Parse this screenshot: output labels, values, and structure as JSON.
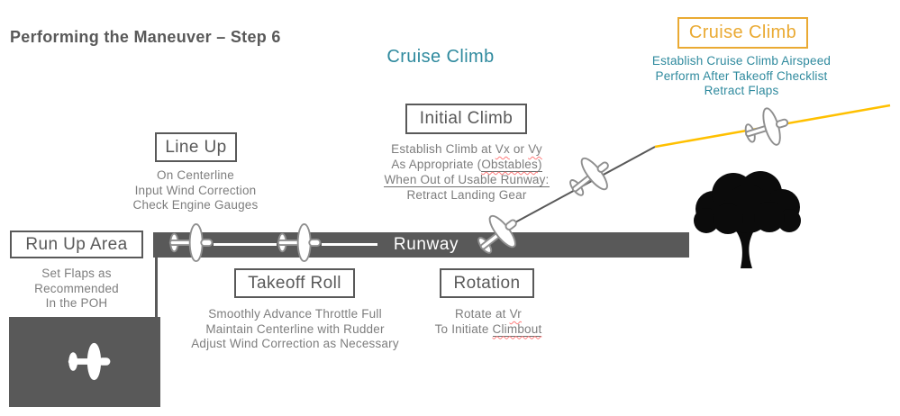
{
  "title": "Performing the Maneuver – Step 6",
  "climb_path_heading": "Cruise Climb",
  "runway": {
    "label": "Runway"
  },
  "stages": {
    "run_up_area": {
      "label": "Run Up Area",
      "lines": [
        "Set Flaps as",
        "Recommended",
        "In the POH"
      ]
    },
    "line_up": {
      "label": "Line Up",
      "lines": [
        "On Centerline",
        "Input Wind Correction",
        "Check Engine Gauges"
      ]
    },
    "takeoff_roll": {
      "label": "Takeoff Roll",
      "lines": [
        "Smoothly Advance Throttle Full",
        "Maintain Centerline with Rudder",
        "Adjust Wind Correction as Necessary"
      ]
    },
    "rotation": {
      "label": "Rotation",
      "lines": [
        [
          {
            "t": "Rotate at "
          },
          {
            "t": "Vr",
            "c": "sp"
          }
        ],
        [
          {
            "t": "To Initiate "
          },
          {
            "t": "Climbout",
            "c": "ul sp"
          }
        ]
      ]
    },
    "initial_climb": {
      "label": "Initial Climb",
      "lines": [
        [
          {
            "t": "Establish Climb at "
          },
          {
            "t": "Vx",
            "c": "sp"
          },
          {
            "t": " or "
          },
          {
            "t": "Vy",
            "c": "sp"
          }
        ],
        [
          {
            "t": "As Appropriate ("
          },
          {
            "t": "Obstables",
            "c": "ul sp"
          },
          {
            "t": ")",
            "c": "ul"
          }
        ],
        [
          {
            "t": "When Out of Usable Runway:",
            "c": "ul"
          }
        ],
        [
          {
            "t": "Retract Landing Gear"
          }
        ]
      ]
    },
    "cruise_climb": {
      "label": "Cruise Climb",
      "lines": [
        "Establish Cruise Climb Airspeed",
        "Perform After Takeoff Checklist",
        "Retract Flaps"
      ]
    }
  },
  "icons": {
    "airplane": "top-view-airplane-icon",
    "tree": "tree-silhouette-icon"
  },
  "colors": {
    "teal": "#2F8A9E",
    "gold": "#EAAA33",
    "gold_line": "#FFC000",
    "dark": "#595959",
    "body_text": "#7D7D7D",
    "spell": "#FF7C7C"
  }
}
